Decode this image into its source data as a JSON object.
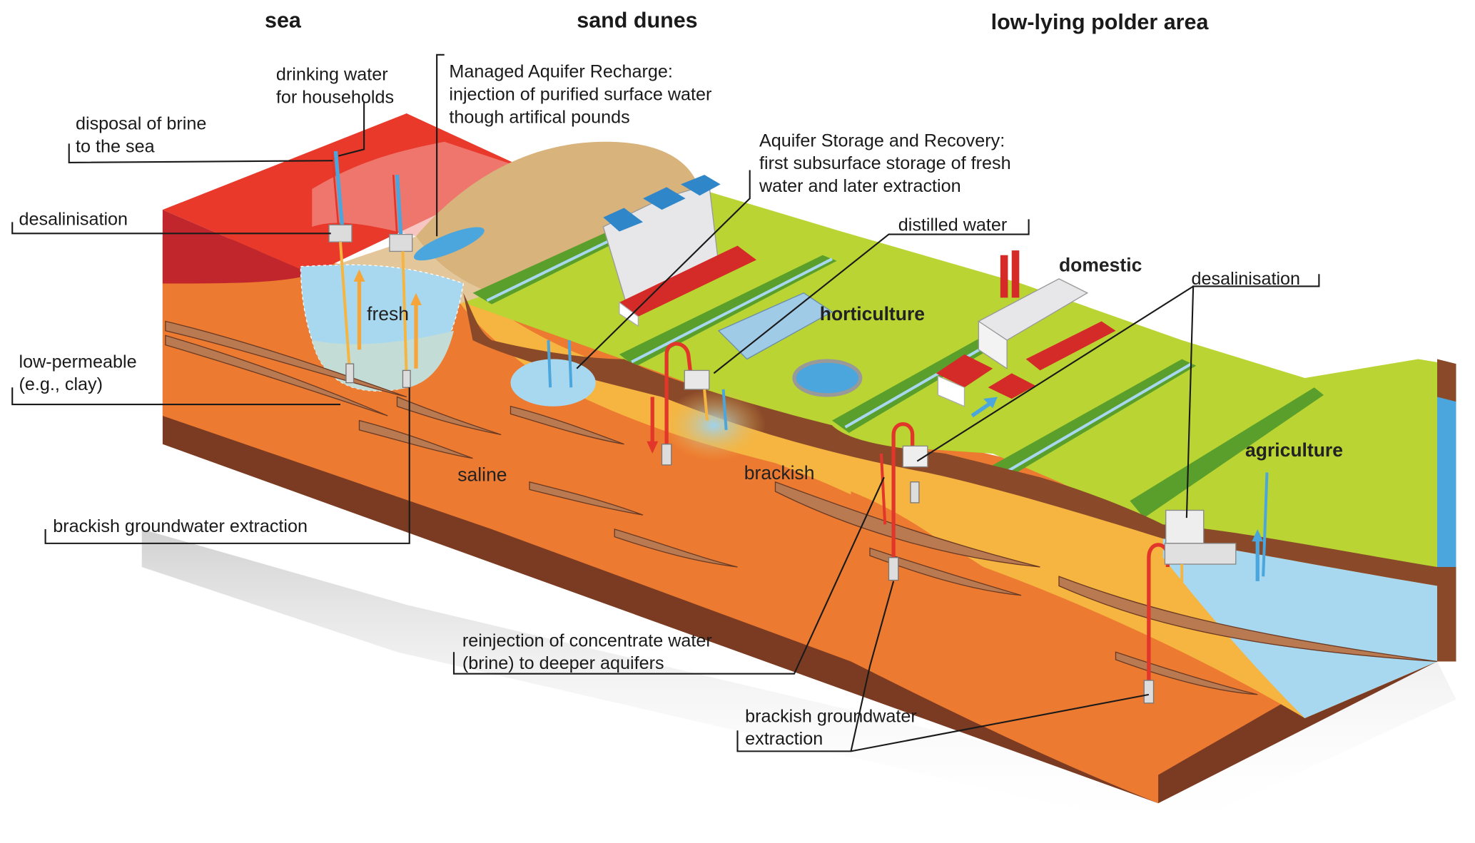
{
  "zones": {
    "sea": "sea",
    "sand_dunes": "sand dunes",
    "polder": "low-lying polder area"
  },
  "callouts": {
    "drinking_water": [
      "drinking water",
      "for households"
    ],
    "disposal_brine": [
      "disposal of brine",
      "to the sea"
    ],
    "desalinisation_left": "desalinisation",
    "managed_aquifer_recharge": [
      "Managed Aquifer Recharge:",
      "injection of purified surface water",
      "though artifical pounds"
    ],
    "aquifer_storage_recovery": [
      "Aquifer Storage and Recovery:",
      "first subsurface storage of fresh",
      "water and later extraction"
    ],
    "distilled_water": "distilled water",
    "desalinisation_right": "desalinisation",
    "low_permeable": [
      "low-permeable",
      "(e.g., clay)"
    ],
    "brackish_extraction_left": "brackish groundwater extraction",
    "reinjection": [
      "reinjection of concentrate water",
      "(brine) to deeper aquifers"
    ],
    "brackish_extraction_right": [
      "brackish groundwater",
      "extraction"
    ]
  },
  "in_diagram_labels": {
    "fresh": "fresh",
    "saline": "saline",
    "brackish": "brackish",
    "horticulture": "horticulture",
    "domestic": "domestic",
    "agriculture": "agriculture"
  },
  "colors": {
    "sea_top": "#e8392b",
    "sea_side": "#c0262c",
    "saline_orange": "#ec7a30",
    "brackish_yellow": "#f6b540",
    "deep_brown": "#7b3b22",
    "sand": "#d8b37c",
    "fresh_water": "#a8d8f0",
    "grass_light": "#b9d433",
    "grass_dark": "#5a9f2c",
    "clay": "#b97a52",
    "pipe_red": "#e2362b",
    "pipe_blue": "#4aa6dc"
  }
}
